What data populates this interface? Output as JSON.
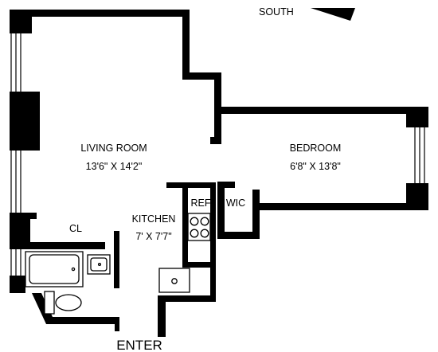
{
  "orientation": {
    "label": "SOUTH"
  },
  "rooms": {
    "living_room": {
      "name": "LIVING ROOM",
      "dimensions": "13'6\" X 14'2\""
    },
    "bedroom": {
      "name": "BEDROOM",
      "dimensions": "6'8\" X 13'8\""
    },
    "kitchen": {
      "name": "KITCHEN",
      "dimensions": "7' X 7'7\""
    },
    "closet": {
      "name": "CL"
    },
    "fridge": {
      "name": "REF"
    },
    "walk_in_closet": {
      "name": "WIC"
    }
  },
  "entrance": {
    "label": "ENTER"
  },
  "colors": {
    "wall": "#000000",
    "fixture_stroke": "#000000",
    "fixture_fill": "#ffffff"
  }
}
